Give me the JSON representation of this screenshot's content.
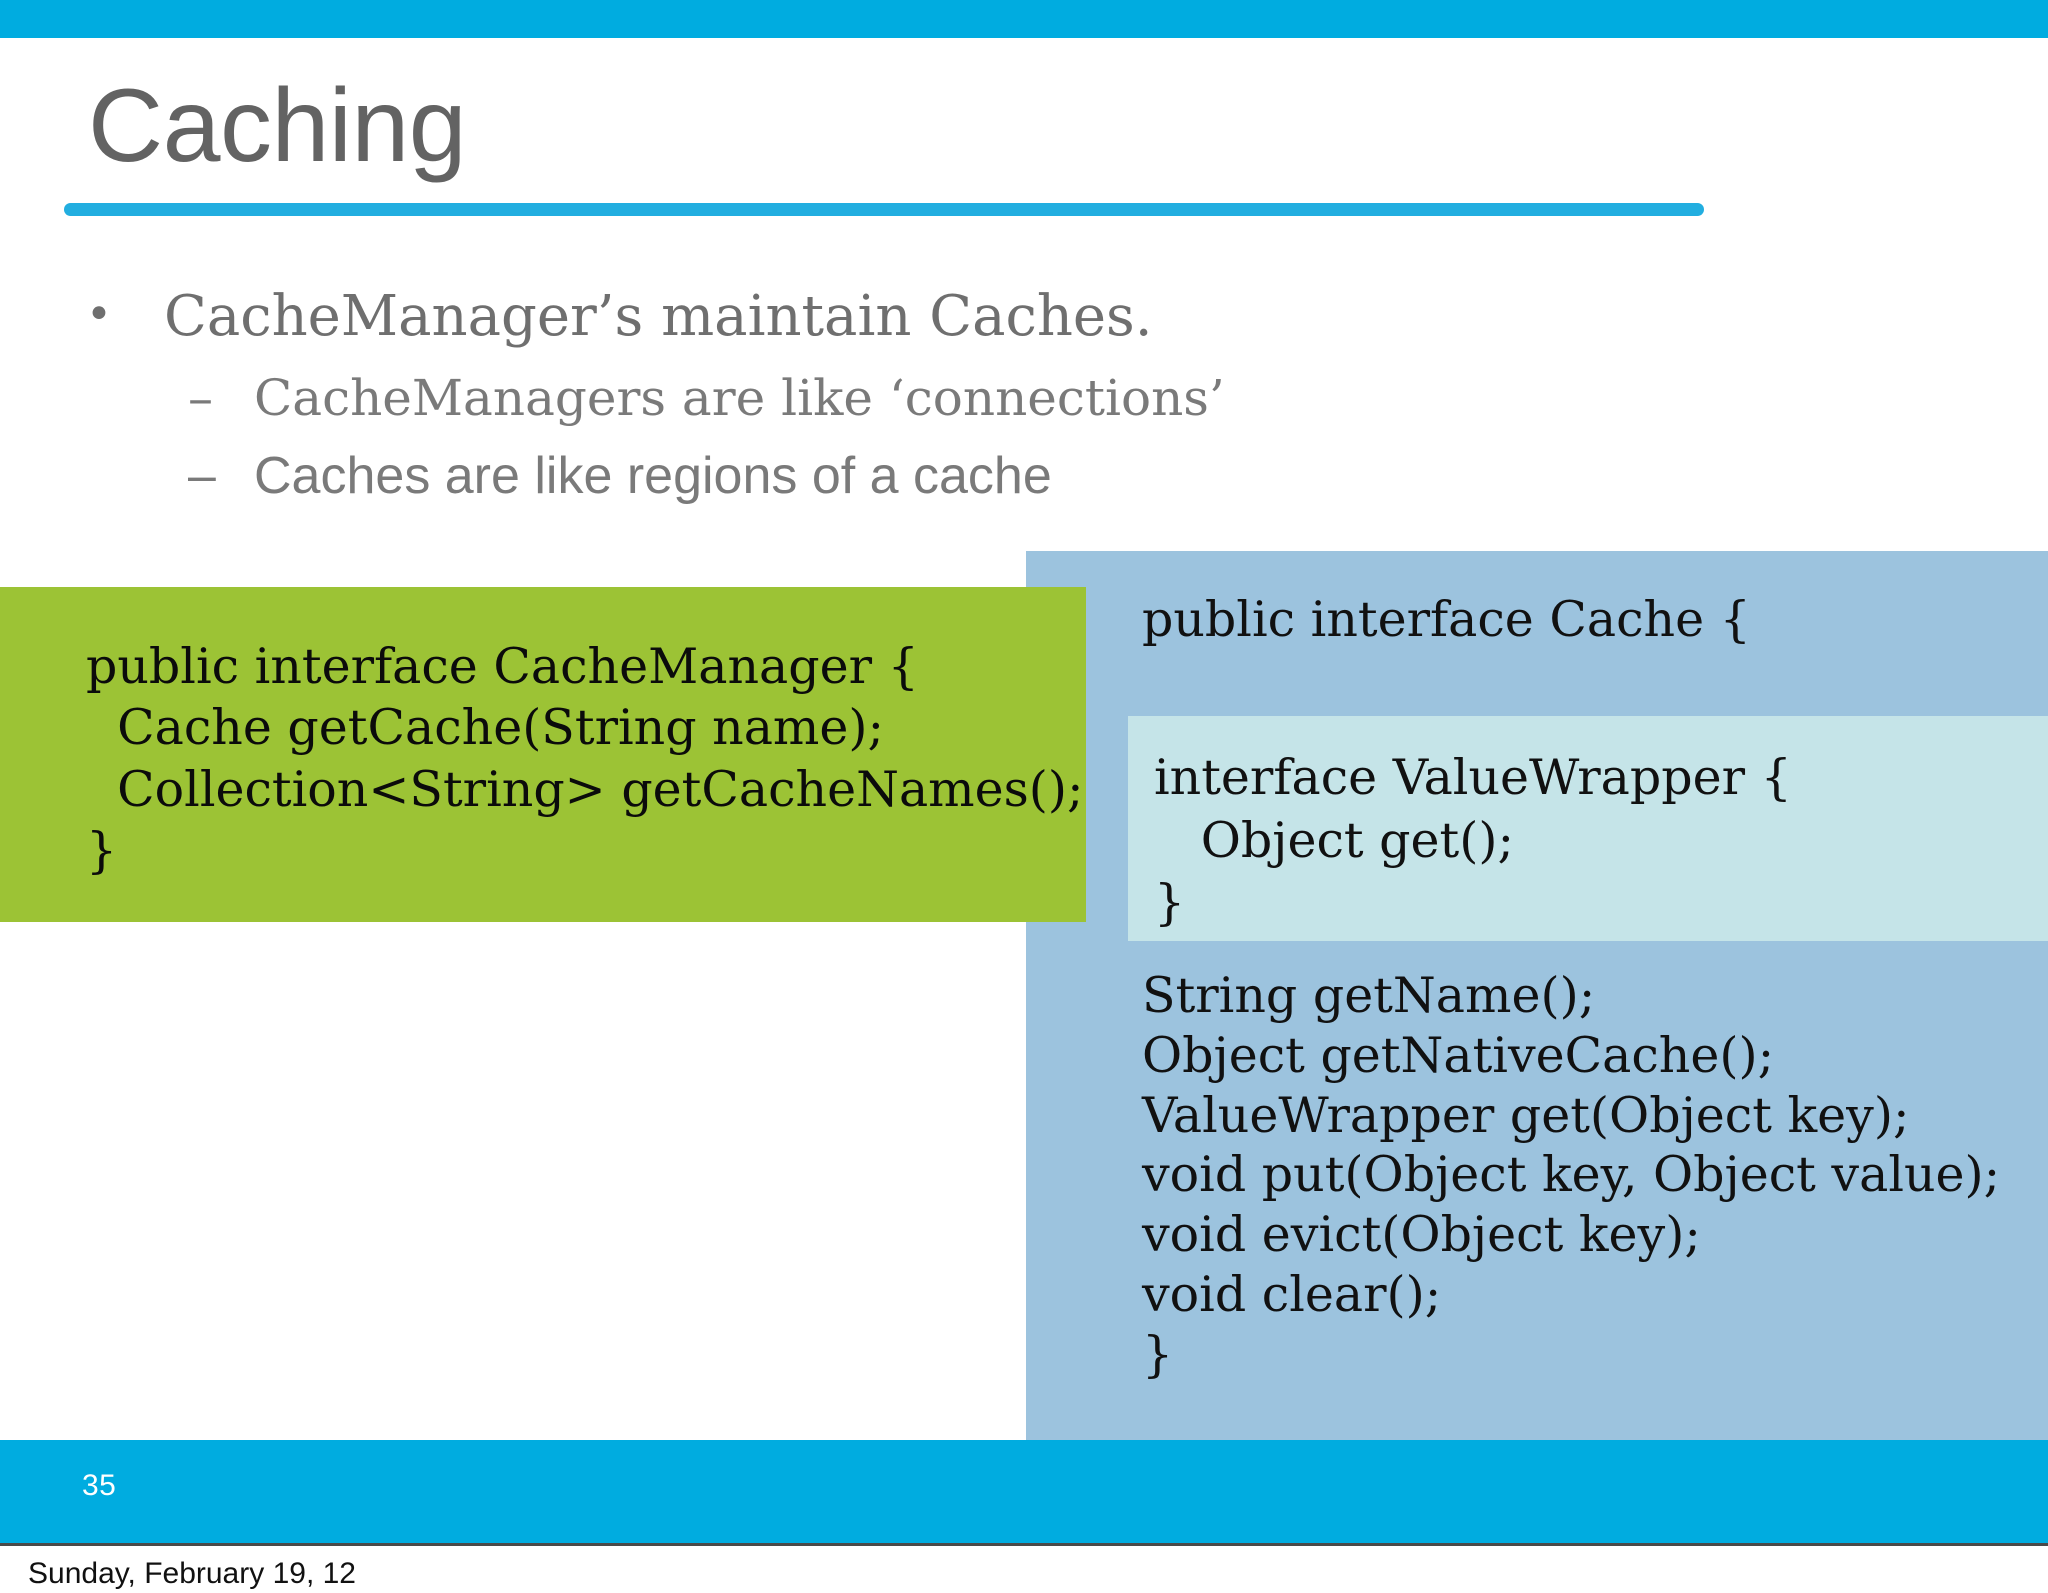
{
  "slide": {
    "title": "Caching",
    "number": "35",
    "accent_color": "#00ACE0",
    "rule_color": "#22AEE0",
    "title_color": "#636363",
    "green_color": "#9CC335",
    "blue_panel_color": "#9CC3DE",
    "inner_box_color": "#C5E4E8"
  },
  "bullets": {
    "level1": {
      "marker": "•",
      "text": "CacheManager’s maintain Caches."
    },
    "level2": [
      {
        "marker": "–",
        "text": "CacheManagers are like ‘connections’"
      },
      {
        "marker": "–",
        "text": "Caches are like regions of a cache"
      }
    ]
  },
  "code": {
    "cache_manager": "public interface CacheManager {\n  Cache getCache(String name);\n  Collection<String> getCacheNames();\n}",
    "cache_header": "public interface Cache {",
    "value_wrapper": "interface ValueWrapper {\n   Object get();\n}",
    "cache_methods": "String getName();\nObject getNativeCache();\nValueWrapper get(Object key);\nvoid put(Object key, Object value);\nvoid evict(Object key);\nvoid clear();\n}"
  },
  "footer": {
    "date": "Sunday, February 19, 12"
  }
}
